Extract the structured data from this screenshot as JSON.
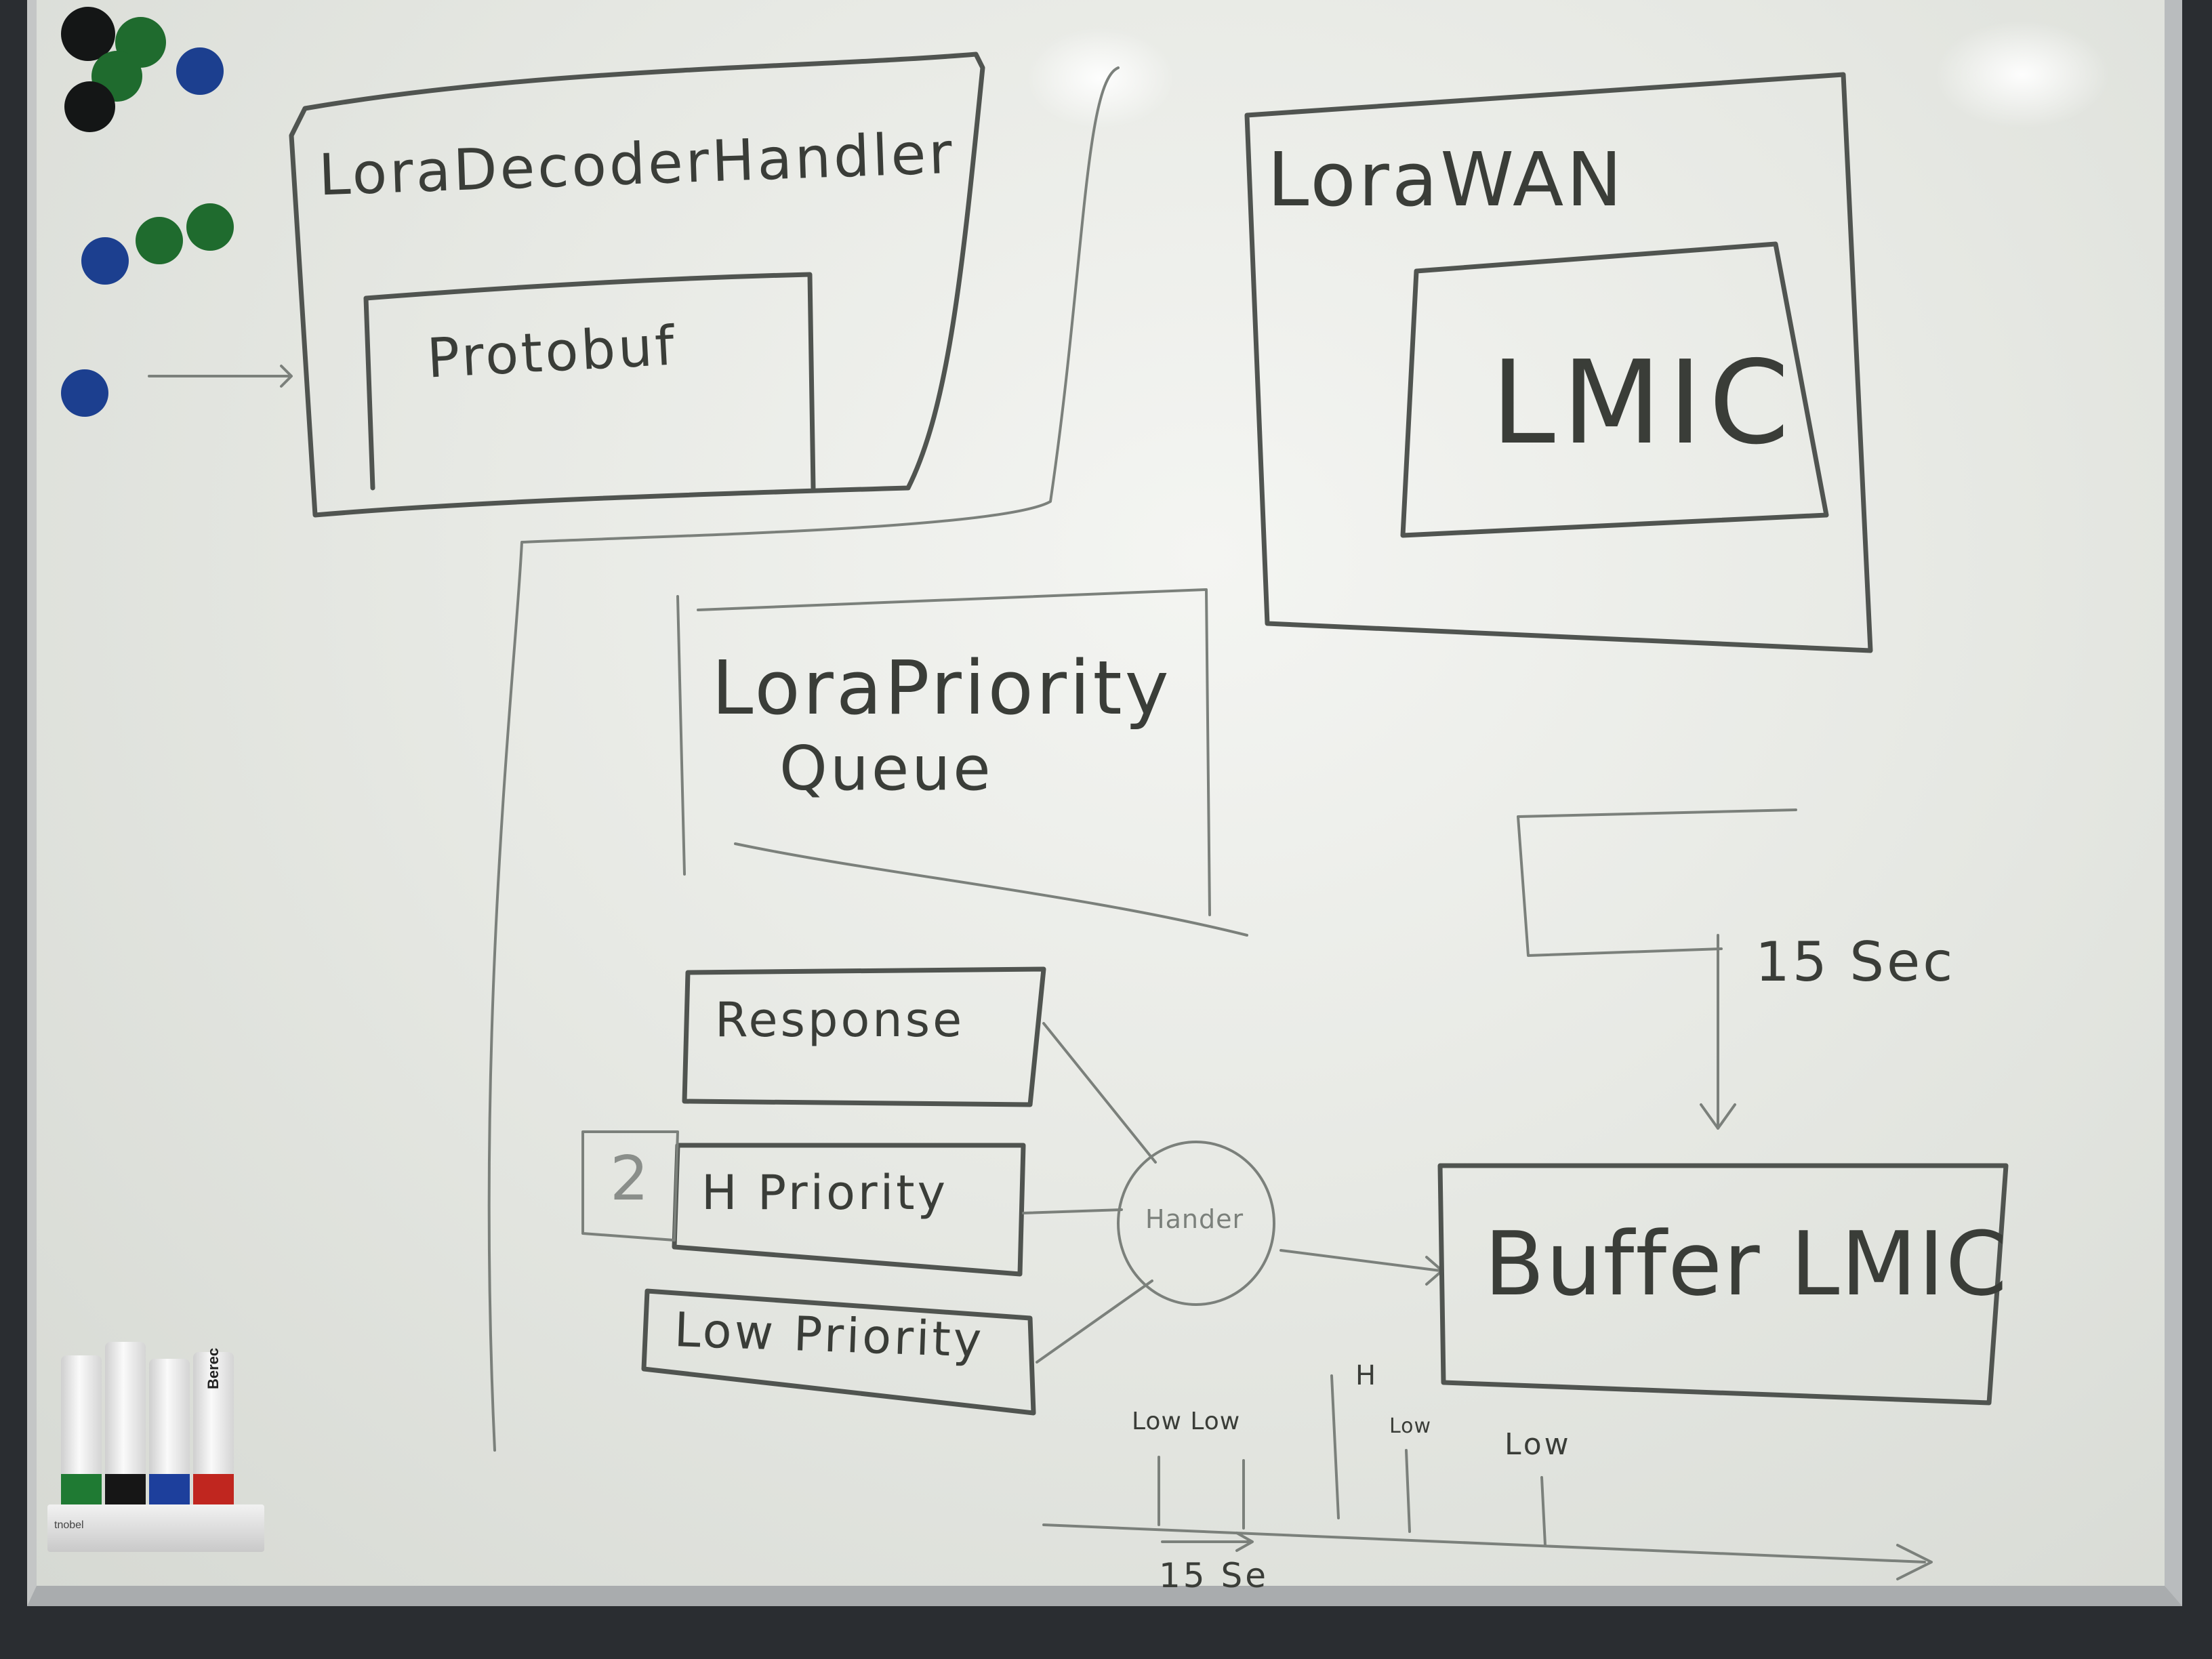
{
  "boxes": {
    "decoder_handler": "LoraDecoderHandler",
    "protobuf": "Protobuf",
    "lorawan": "LoraWAN",
    "lmic": "LMIC",
    "priority_queue_line1": "LoraPriority",
    "priority_queue_line2": "Queue",
    "response": "Response",
    "high_priority": "H Priority",
    "high_priority_marker": "2",
    "low_priority": "Low Priority",
    "handler": "Hander",
    "buffer_lmic": "Buffer LMIC"
  },
  "annotations": {
    "interval": "15 Sec",
    "timeline_low_low": "Low Low",
    "timeline_h": "H",
    "timeline_low_small": "Low",
    "timeline_low": "Low",
    "timeline_interval": "15 Se"
  },
  "accessories": {
    "tray_brand": "tnobel",
    "marker_brand": "Berec"
  },
  "colors": {
    "ink": "#3a3d38",
    "magnet_green": "#1f6b2e",
    "magnet_blue": "#1c3f8f",
    "magnet_black": "#141616"
  }
}
